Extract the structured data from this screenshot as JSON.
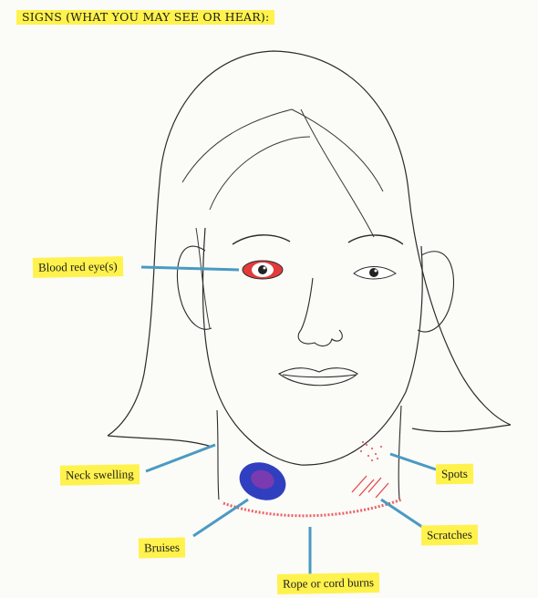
{
  "title": "SIGNS (WHAT YOU MAY SEE OR HEAR):",
  "labels": {
    "blood_red_eye": "Blood red eye(s)",
    "neck_swelling": "Neck swelling",
    "bruises": "Bruises",
    "rope_burns": "Rope or cord burns",
    "spots": "Spots",
    "scratches": "Scratches"
  },
  "colors": {
    "highlight": "#fff24d",
    "pointer_line": "#4a9ac2",
    "line_art": "#2b2b2b",
    "bruise_outer": "#2f3fbf",
    "bruise_inner": "#7a3ab0",
    "burn_red": "#e8454a",
    "eye_red": "#e23b3b"
  }
}
